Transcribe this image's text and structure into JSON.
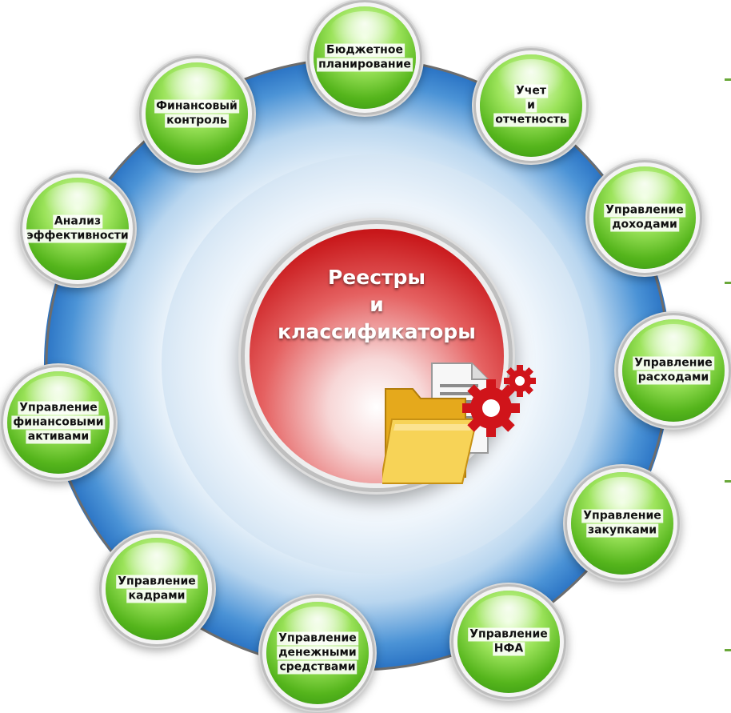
{
  "center": {
    "title_lines": [
      "Реестры",
      "и",
      "классификаторы"
    ]
  },
  "nodes": [
    {
      "lines": [
        "Бюджетное",
        "планирование"
      ]
    },
    {
      "lines": [
        "Учет",
        "и",
        "отчетность"
      ]
    },
    {
      "lines": [
        "Управление",
        "доходами"
      ]
    },
    {
      "lines": [
        "Управление",
        "расходами"
      ]
    },
    {
      "lines": [
        "Управление",
        "закупками"
      ]
    },
    {
      "lines": [
        "Управление",
        "НФА"
      ]
    },
    {
      "lines": [
        "Управление",
        "денежными",
        "средствами"
      ]
    },
    {
      "lines": [
        "Управление",
        "кадрами"
      ]
    },
    {
      "lines": [
        "Управление",
        "финансовыми",
        "активами"
      ]
    },
    {
      "lines": [
        "Анализ",
        "эффективности"
      ]
    },
    {
      "lines": [
        "Финансовый",
        "контроль"
      ]
    }
  ],
  "colors": {
    "node_green": "#55b51c",
    "center_red": "#c8171a",
    "ring_blue": "#2f7fd0",
    "folder_yellow": "#f4c63c",
    "gear_red": "#d0141a"
  },
  "icons": [
    "folder-icon",
    "document-icon",
    "gear-icon"
  ]
}
